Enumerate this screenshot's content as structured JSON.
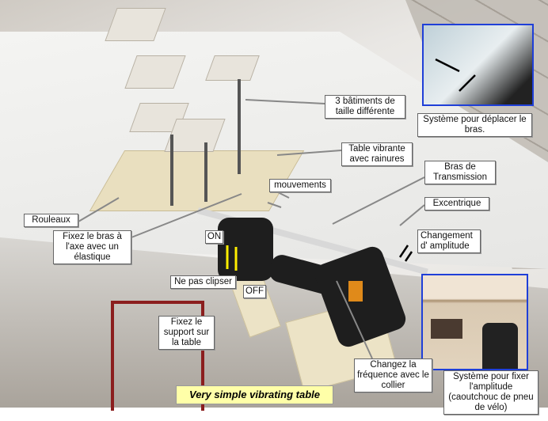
{
  "title": "Very simple vibrating table",
  "labels": {
    "buildings": "3 bâtiments de taille différente",
    "table": "Table vibrante avec rainures",
    "arm": "Bras de Transmission",
    "movements": "mouvements",
    "eccentric": "Excentrique",
    "amplitude_change": "Changement d' amplitude",
    "rollers": "Rouleaux",
    "fix_arm": "Fixez le bras à l'axe avec un élastique",
    "on": "ON",
    "no_clip": "Ne pas clipser",
    "off": "OFF",
    "fix_support": "Fixez le support sur la table",
    "frequency": "Changez la fréquence avec le collier",
    "inset_top_caption": "Système pour déplacer le bras.",
    "inset_bottom_caption": "Système pour fixer l'amplitude (caoutchouc de pneu de vélo)"
  },
  "colors": {
    "inset_border": "#1f3fd8",
    "title_bg": "#ffffa8",
    "switch_arrows": "#ffee00"
  }
}
